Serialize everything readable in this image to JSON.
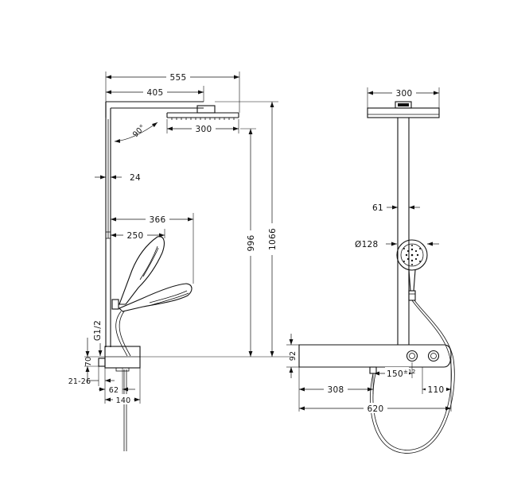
{
  "drawing": {
    "side_view": {
      "labels": {
        "total_width": "555",
        "arm_length": "405",
        "head_diameter": "300",
        "tilt_angle": "90°",
        "pipe_width": "24",
        "hand_reach_max": "366",
        "hand_reach_min": "250",
        "height_996": "996",
        "height_1066": "1066",
        "thread": "G1/2",
        "dim_70": "70",
        "dim_21_26": "21-26",
        "dim_62": "62",
        "dim_140": "140"
      }
    },
    "front_view": {
      "labels": {
        "head_diameter": "300",
        "dim_61": "61",
        "hand_diameter": "Ø128",
        "dim_92": "92",
        "dim_308": "308",
        "dim_150": "150",
        "dim_150_tol": "±12",
        "dim_110": "110",
        "dim_620": "620"
      }
    }
  }
}
